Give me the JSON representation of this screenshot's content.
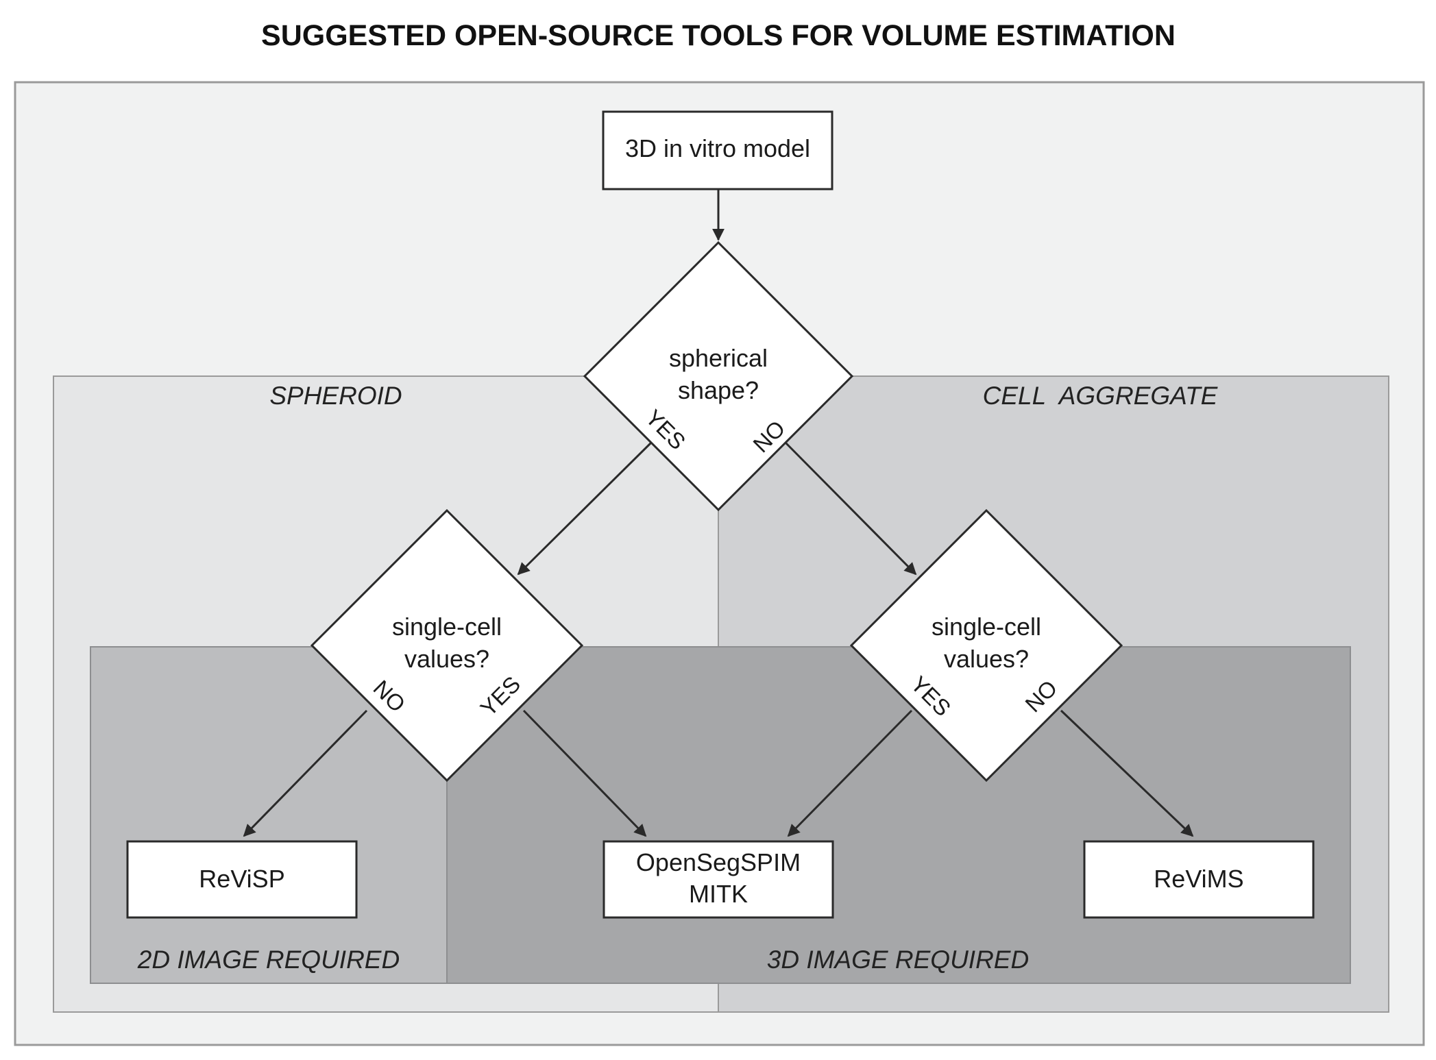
{
  "title": "SUGGESTED OPEN-SOURCE TOOLS FOR VOLUME ESTIMATION",
  "regions": {
    "spheroid": "SPHEROID",
    "cell_aggregate": "CELL  AGGREGATE",
    "image_2d": "2D IMAGE REQUIRED",
    "image_3d": "3D IMAGE REQUIRED"
  },
  "nodes": {
    "start": "3D in vitro model",
    "decision_shape": [
      "spherical",
      "shape?"
    ],
    "decision_left": [
      "single-cell",
      "values?"
    ],
    "decision_right": [
      "single-cell",
      "values?"
    ],
    "tool_revisp": "ReViSP",
    "tool_opensegspim": [
      "OpenSegSPIM",
      "MITK"
    ],
    "tool_revims": "ReViMS"
  },
  "edge_labels": {
    "shape_yes": "YES",
    "shape_no": "NO",
    "left_no": "NO",
    "left_yes": "YES",
    "right_yes": "YES",
    "right_no": "NO"
  },
  "colors": {
    "outer": "#f1f2f2",
    "spheroid": "#e5e6e7",
    "cell_aggregate": "#d0d1d3",
    "image_2d": "#bcbdbf",
    "image_3d": "#a6a7a9",
    "border": "#9a9a9a",
    "stroke": "#2a2a2a"
  }
}
